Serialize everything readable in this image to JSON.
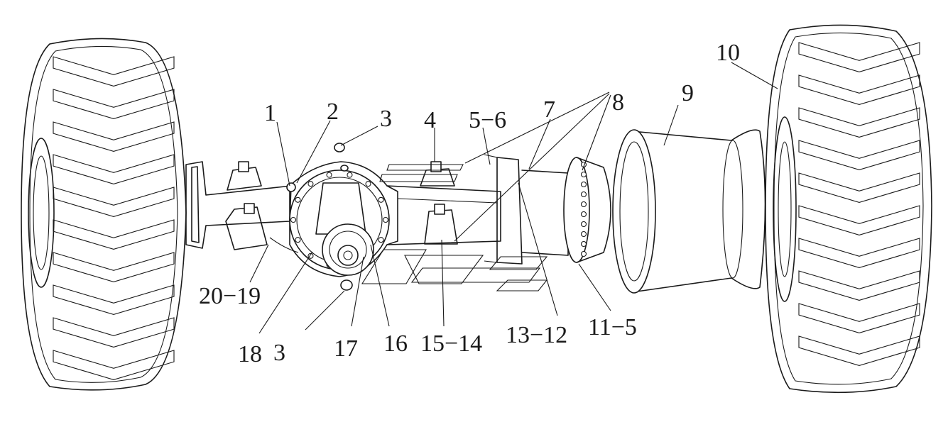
{
  "labels": {
    "l1": "1",
    "l2": "2",
    "l3a": "3",
    "l4": "4",
    "l56": "5−6",
    "l7": "7",
    "l8": "8",
    "l9": "9",
    "l10": "10",
    "l2019": "20−19",
    "l18": "18",
    "l3b": "3",
    "l17": "17",
    "l16": "16",
    "l1514": "15−14",
    "l1312": "13−12",
    "l115": "11−5"
  }
}
